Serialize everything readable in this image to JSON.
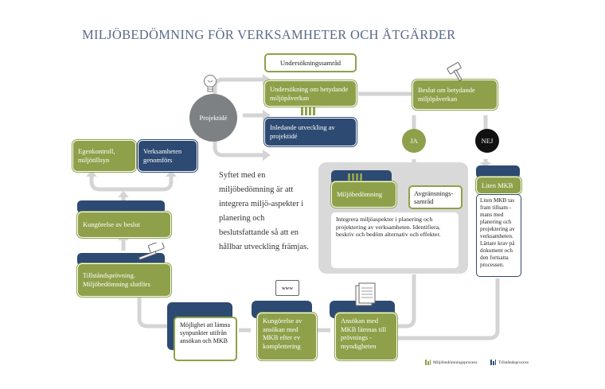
{
  "title": "MILJÖBEDÖMNING FÖR VERKSAMHETER OCH ÅTGÄRDER",
  "nodes": {
    "undersokningssamrad": "Undersökningssamråd",
    "undersokning": "Undersökning om betydande miljöpåverkan",
    "projektide": "Projektidé",
    "inledande": "Inledande utveckling av projektidé",
    "beslut": "Beslut om betydande miljöpåverkan",
    "ja": "JA",
    "nej": "NEJ",
    "egenkontroll": "Egenkontroll, miljötillsyn",
    "verksamheten": "Verksamheten genomförs",
    "kungorelse_beslut": "Kungörelse av beslut",
    "tillstand": "Tillståndsprövning. Miljöbedömning slutförs",
    "miljobedomning": "Miljöbedömning",
    "avgransning": "Avgränsnings-samråd",
    "integrera": "Integrera miljöaspekter i planering och projektering av verksamheten.  Identifiera, beskriv och bedöm alternativ och effekter.",
    "liten_mkb": "Liten MKB",
    "liten_mkb_text": "Liten MKB tas fram tillsam - mans med planering och projektering av verksamheten. Lättare krav på dokument och den fortsatta processen.",
    "mojlighet": "Möjlighet att lämna synpunkter utifrån ansökan och MKB",
    "kungorelse_ansokan": "Kungörelse av ansökan med MKB efter ev komplettering",
    "www": "www",
    "ansokan": "Ansökan med MKB lämnas till prövnings - myndigheten"
  },
  "center_text": "Syftet med en miljöbedömning är att integrera miljö-aspekter i planering och beslutsfattande så att en hållbar utveckling främjas.",
  "legend": {
    "item1": "Miljöbedömningsprocess",
    "item2": "Tillståndsprocess"
  },
  "colors": {
    "green": "#8ea14a",
    "blue": "#2d4a73",
    "gray": "#d9d9d9",
    "connector": "#d4d4d4",
    "black": "#111111"
  },
  "icons": [
    "lightbulb-icon",
    "gavel-icon",
    "document-icon",
    "browser-icon"
  ]
}
